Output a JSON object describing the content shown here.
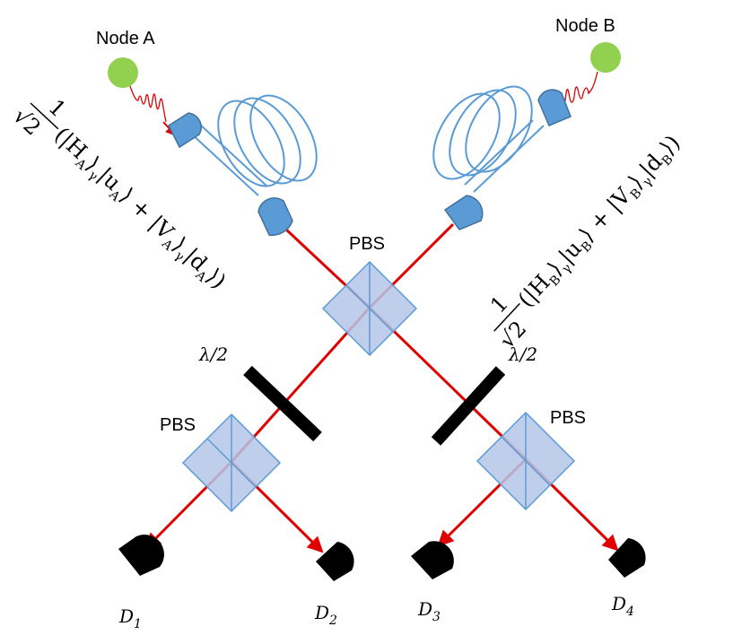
{
  "nodes": {
    "a_label": "Node A",
    "b_label": "Node B"
  },
  "labels": {
    "pbs_center": "PBS",
    "pbs_left": "PBS",
    "pbs_right": "PBS",
    "half_wave_left": "λ/2",
    "half_wave_right": "λ/2"
  },
  "detectors": {
    "d1": {
      "letter": "D",
      "index": "1"
    },
    "d2": {
      "letter": "D",
      "index": "2"
    },
    "d3": {
      "letter": "D",
      "index": "3"
    },
    "d4": {
      "letter": "D",
      "index": "4"
    }
  },
  "equations": {
    "a": {
      "numerator": "1",
      "root": "√2",
      "state": "(|H",
      "s1": "A",
      "k1": "⟩",
      "g1": "γ",
      "u": "|u",
      "s2": "A",
      "plus": "⟩ + |V",
      "s3": "A",
      "k3": "⟩",
      "g3": "γ",
      "d": "|d",
      "s4": "A",
      "close": "⟩)"
    },
    "b": {
      "numerator": "1",
      "root": "√2",
      "state": "(|H",
      "s1": "B",
      "k1": "⟩",
      "g1": "γ",
      "u": "|u",
      "s2": "B",
      "plus": "⟩ + |V",
      "s3": "B",
      "k3": "⟩",
      "g3": "γ",
      "d": "|d",
      "s4": "B",
      "close": "⟩)"
    }
  },
  "colors": {
    "beam": "#e00000",
    "node": "#92d050",
    "fiber": "#5b9bd5",
    "coupler": "#5b9bd5",
    "pbs_fill": "#b4c7e7",
    "pbs_stroke": "#5b9bd5",
    "waveplate": "#000000",
    "detector": "#000000"
  }
}
